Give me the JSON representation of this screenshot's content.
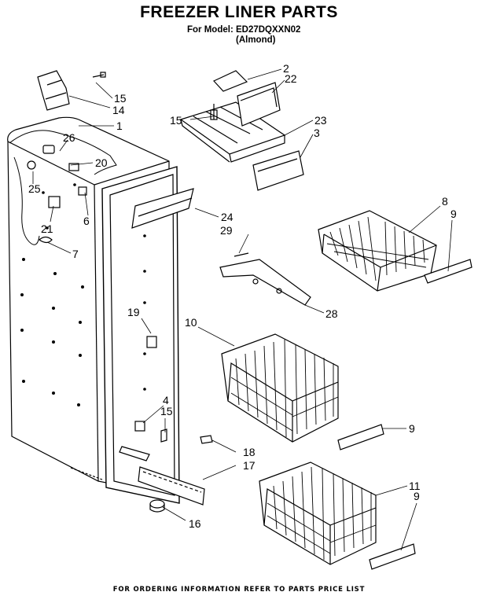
{
  "title": "FREEZER LINER PARTS",
  "model_line": "For Model: ED27DQXXN02",
  "variant_line": "(Almond)",
  "footer": "FOR ORDERING INFORMATION REFER TO PARTS PRICE LIST",
  "callouts": {
    "c1": "1",
    "c2": "2",
    "c3": "3",
    "c4": "4",
    "c6": "6",
    "c7": "7",
    "c8": "8",
    "c9a": "9",
    "c9b": "9",
    "c9c": "9",
    "c10": "10",
    "c11": "11",
    "c14": "14",
    "c15a": "15",
    "c15b": "15",
    "c15c": "15",
    "c16": "16",
    "c17": "17",
    "c18": "18",
    "c19": "19",
    "c20": "20",
    "c21": "21",
    "c22": "22",
    "c23": "23",
    "c24": "24",
    "c25": "25",
    "c26": "26",
    "c28": "28",
    "c29": "29"
  }
}
